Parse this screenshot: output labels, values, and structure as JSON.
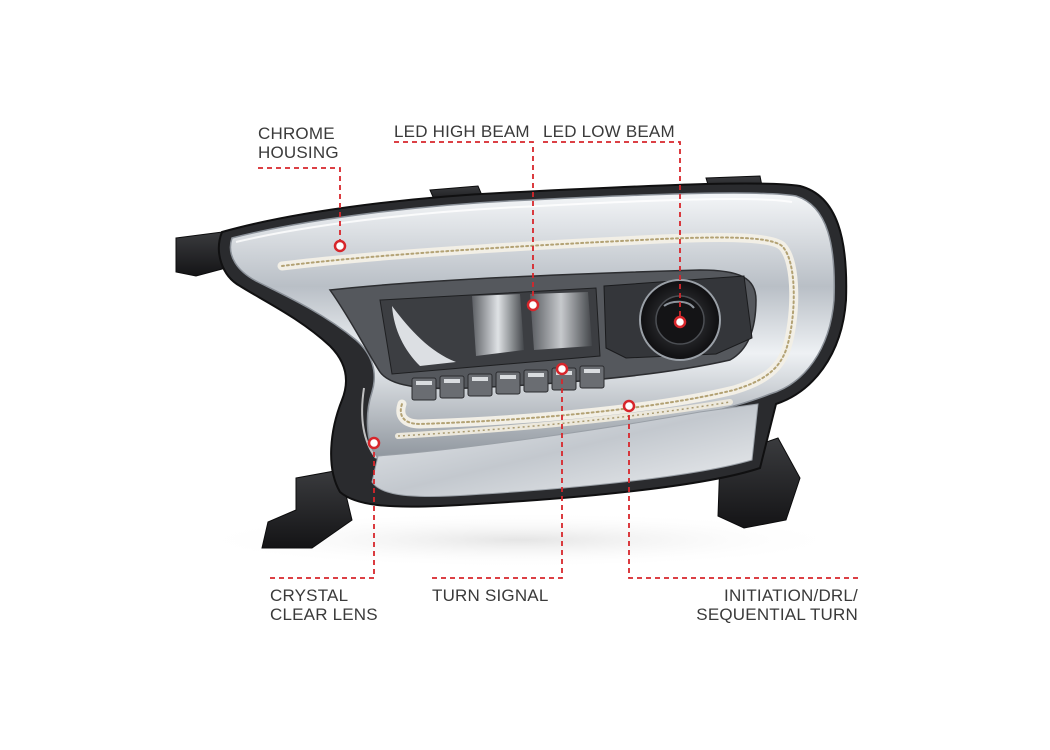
{
  "colors": {
    "leader": "#d7262b",
    "label": "#3a3a3a",
    "chrome": "#c9ced4",
    "housing_dark": "#1f1f21"
  },
  "callouts": {
    "chrome_housing": {
      "line1": "CHROME",
      "line2": "HOUSING"
    },
    "led_high_beam": {
      "line1": "LED HIGH BEAM"
    },
    "led_low_beam": {
      "line1": "LED LOW BEAM"
    },
    "crystal_clear_lens": {
      "line1": "CRYSTAL",
      "line2": "CLEAR LENS"
    },
    "turn_signal": {
      "line1": "TURN SIGNAL"
    },
    "initiation_drl": {
      "line1": "INITIATION/DRL/",
      "line2": "SEQUENTIAL TURN"
    }
  }
}
